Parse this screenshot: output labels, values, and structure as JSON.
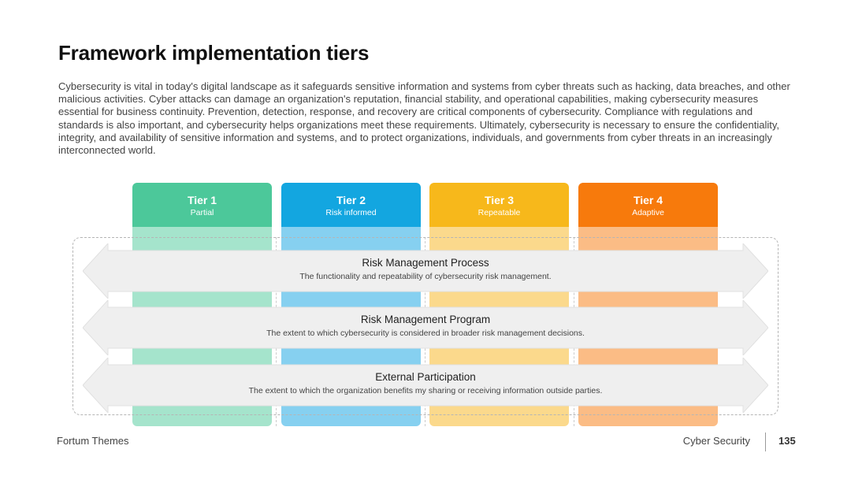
{
  "title": "Framework implementation tiers",
  "body": "Cybersecurity is vital in today's digital landscape as it safeguards sensitive information and systems from cyber threats such as hacking, data breaches, and other malicious activities. Cyber attacks can damage an organization's reputation, financial stability, and operational capabilities, making cybersecurity measures essential for business continuity. Prevention, detection, response, and recovery are critical components of cybersecurity. Compliance with regulations and standards is also important, and cybersecurity helps organizations meet these requirements. Ultimately, cybersecurity is necessary to ensure the confidentiality, integrity, and availability of sensitive information and systems, and to protect organizations, individuals, and governments from cyber threats in an increasingly interconnected world.",
  "tiers": [
    {
      "name": "Tier 1",
      "sub": "Partial",
      "color": "#4cc89a",
      "light": "#a5e4cc"
    },
    {
      "name": "Tier 2",
      "sub": "Risk informed",
      "color": "#13a6e0",
      "light": "#86d0f0"
    },
    {
      "name": "Tier 3",
      "sub": "Repeatable",
      "color": "#f7b81b",
      "light": "#fbd98c"
    },
    {
      "name": "Tier 4",
      "sub": "Adaptive",
      "color": "#f77a0c",
      "light": "#fbbc85"
    }
  ],
  "rows": [
    {
      "title": "Risk Management Process",
      "desc": "The functionality and repeatability of cybersecurity risk management."
    },
    {
      "title": "Risk Management Program",
      "desc": "The extent to which cybersecurity is considered in broader risk management decisions."
    },
    {
      "title": "External Participation",
      "desc": "The extent to which the organization benefits my sharing or receiving information outside parties."
    }
  ],
  "footer": {
    "left": "Fortum Themes",
    "right": "Cyber Security",
    "page": "135"
  }
}
